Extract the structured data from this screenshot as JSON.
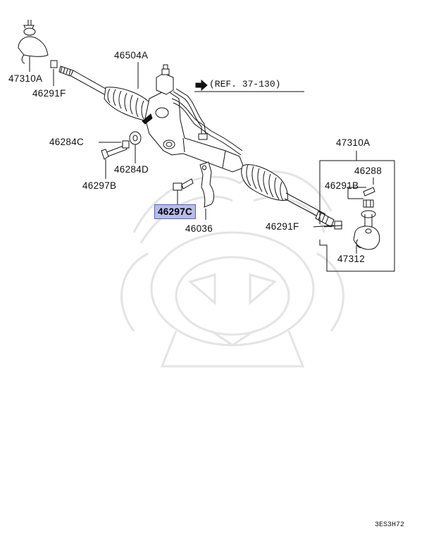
{
  "reference": "(REF. 37-130)",
  "drawing_code": "3ES3H72",
  "highlight_color": "#b7bde8",
  "watermark_icon": "samurai-helmet-watermark-icon",
  "parts": {
    "p47310a_left": "47310A",
    "p46291f_left": "46291F",
    "p46504a": "46504A",
    "p46284c": "46284C",
    "p46284d": "46284D",
    "p46297b": "46297B",
    "p46297c": "46297C",
    "p46036": "46036",
    "p46291f_right": "46291F",
    "p47310a_right": "47310A",
    "p46288": "46288",
    "p46291b": "46291B",
    "p47312": "47312"
  }
}
